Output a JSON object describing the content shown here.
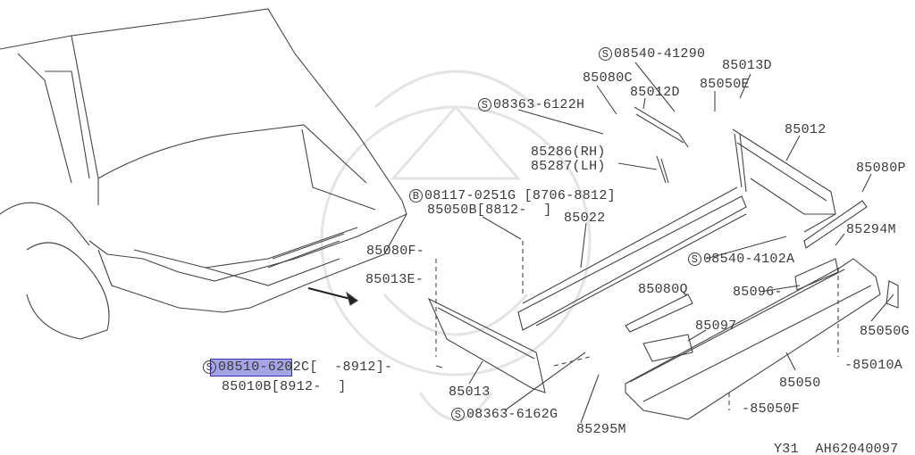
{
  "diagram": {
    "labels": {
      "p08540_41290": {
        "prefix": "S",
        "text": "08540-41290"
      },
      "p85080C": "85080C",
      "p85013D": "85013D",
      "p85050E": "85050E",
      "p85012D": "85012D",
      "p08363_6122H": {
        "prefix": "S",
        "text": "08363-6122H"
      },
      "p85012": "85012",
      "p85286": "85286(RH)",
      "p85287": "85287(LH)",
      "p85080P": "85080P",
      "p08117_0251G": {
        "prefix": "B",
        "text": "08117-0251G [8706-8812]"
      },
      "p85050B": "85050B[8812-  ]",
      "p85022": "85022",
      "p85294M": "85294M",
      "p85080F": "85080F-",
      "p08540_4102A": {
        "prefix": "S",
        "text": "08540-4102A"
      },
      "p85013E": "85013E-",
      "p85080Q": "85080Q",
      "p85096": "85096-",
      "p85097": "85097",
      "p85050G": "85050G",
      "p08510_6202C": {
        "prefix": "S",
        "text": "08510-6202C[  -8912]-"
      },
      "p85010B": "85010B[8912-  ]",
      "p85010A": "-85010A",
      "p85013": "85013",
      "p85050": "85050",
      "p08363_6162G": {
        "prefix": "S",
        "text": "08363-6162G"
      },
      "p85050F": "-85050F",
      "p85295M": "85295M"
    },
    "footer": "Y31  AH62040097",
    "selected_part": "08510-6202C",
    "highlight_color": "#5a5ad2"
  }
}
